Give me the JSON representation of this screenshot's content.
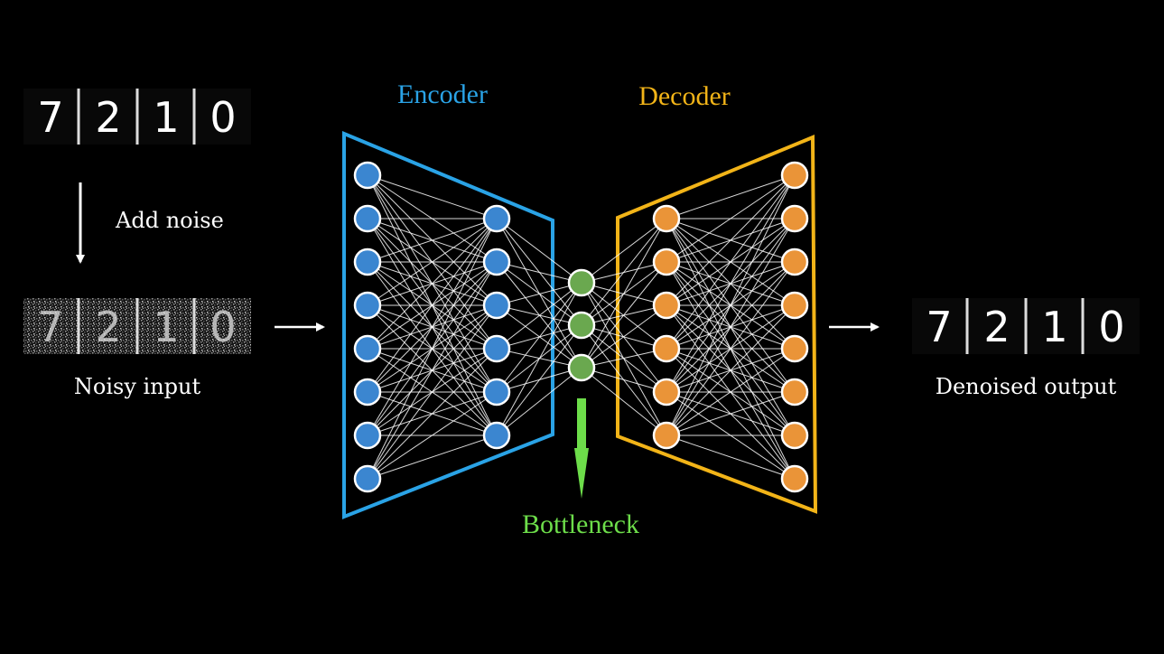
{
  "labels": {
    "encoder": "Encoder",
    "decoder": "Decoder",
    "bottleneck": "Bottleneck",
    "add_noise": "Add noise",
    "noisy_input": "Noisy input",
    "denoised_output": "Denoised output"
  },
  "digits": [
    "7",
    "2",
    "1",
    "0"
  ],
  "colors": {
    "background": "#000000",
    "encoder": "#2aa3e6",
    "decoder": "#f2b418",
    "bottleneck": "#6ddd4a",
    "encoder_node": "#3b86d0",
    "decoder_node": "#ea9438",
    "bottleneck_node": "#6aa84f",
    "connection": "#ffffff"
  },
  "network": {
    "layers": [
      {
        "name": "encoder-input",
        "nodes": 8
      },
      {
        "name": "encoder-hidden",
        "nodes": 6
      },
      {
        "name": "bottleneck",
        "nodes": 3
      },
      {
        "name": "decoder-hidden",
        "nodes": 6
      },
      {
        "name": "decoder-output",
        "nodes": 8
      }
    ]
  }
}
